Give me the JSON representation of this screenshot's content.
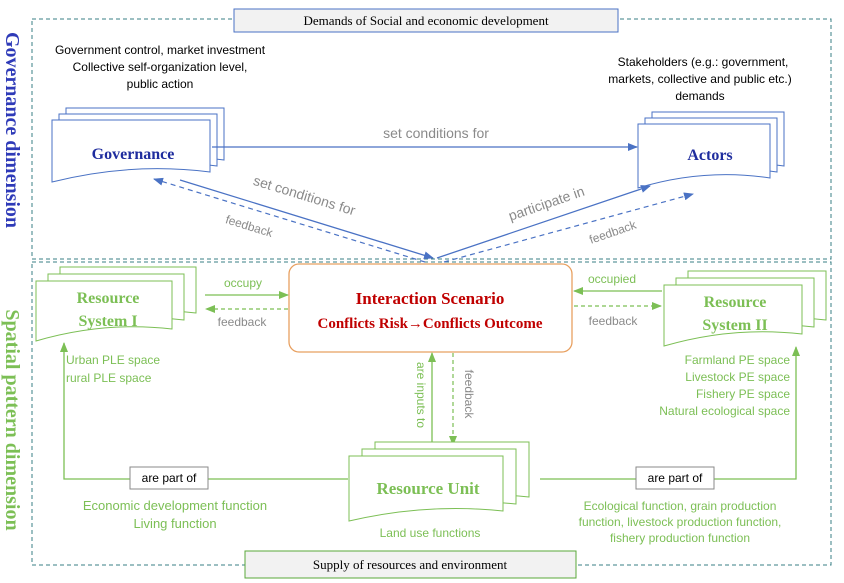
{
  "header_box": "Demands of Social and economic development",
  "footer_box": "Supply of resources and environment",
  "dimensions": {
    "governance": "Governance dimension",
    "spatial": "Spatial pattern dimension"
  },
  "governance_node": {
    "title": "Governance",
    "notes": [
      "Government control, market investment",
      "Collective self-organization level,",
      "public action"
    ]
  },
  "actors_node": {
    "title": "Actors",
    "notes": [
      "Stakeholders (e.g.: government,",
      "markets, collective and public etc.)",
      "demands"
    ]
  },
  "interaction": {
    "title": "Interaction Scenario",
    "subtitle": "Conflicts Risk→Conflicts  Outcome"
  },
  "resource_system_1": {
    "title_line1": "Resource",
    "title_line2": "System I",
    "notes": [
      "Urban PLE space",
      "rural PLE space"
    ]
  },
  "resource_system_2": {
    "title_line1": "Resource",
    "title_line2": "System II",
    "notes": [
      "Farmland PE space",
      "Livestock PE space",
      "Fishery PE space",
      "Natural ecological space"
    ]
  },
  "resource_unit": {
    "title": "Resource Unit",
    "caption": "Land use functions"
  },
  "edges": {
    "gov_to_actors": "set conditions for",
    "gov_to_scenario": "set conditions for",
    "scenario_to_gov_feedback": "feedback",
    "actors_participate": "participate in",
    "scenario_to_actors_feedback": "feedback",
    "rs1_occupy": "occupy",
    "rs1_feedback": "feedback",
    "rs2_occupied": "occupied",
    "rs2_feedback": "feedback",
    "unit_inputs": "are inputs to",
    "unit_feedback": "feedback",
    "part_of_left": "are part of",
    "part_of_right": "are part of"
  },
  "function_left": [
    "Economic development function",
    "Living function"
  ],
  "function_right": [
    "Ecological function, grain production",
    "function, livestock production function,",
    "fishery production function"
  ],
  "colors": {
    "blue_text": "#1f2d9e",
    "blue_line": "#4a72c4",
    "green": "#7cbf55",
    "green_dark": "#5aa83a",
    "red": "#c00000",
    "orange": "#e8a060",
    "gray": "#8a8a8a",
    "teal_dash": "#3a7f86"
  }
}
